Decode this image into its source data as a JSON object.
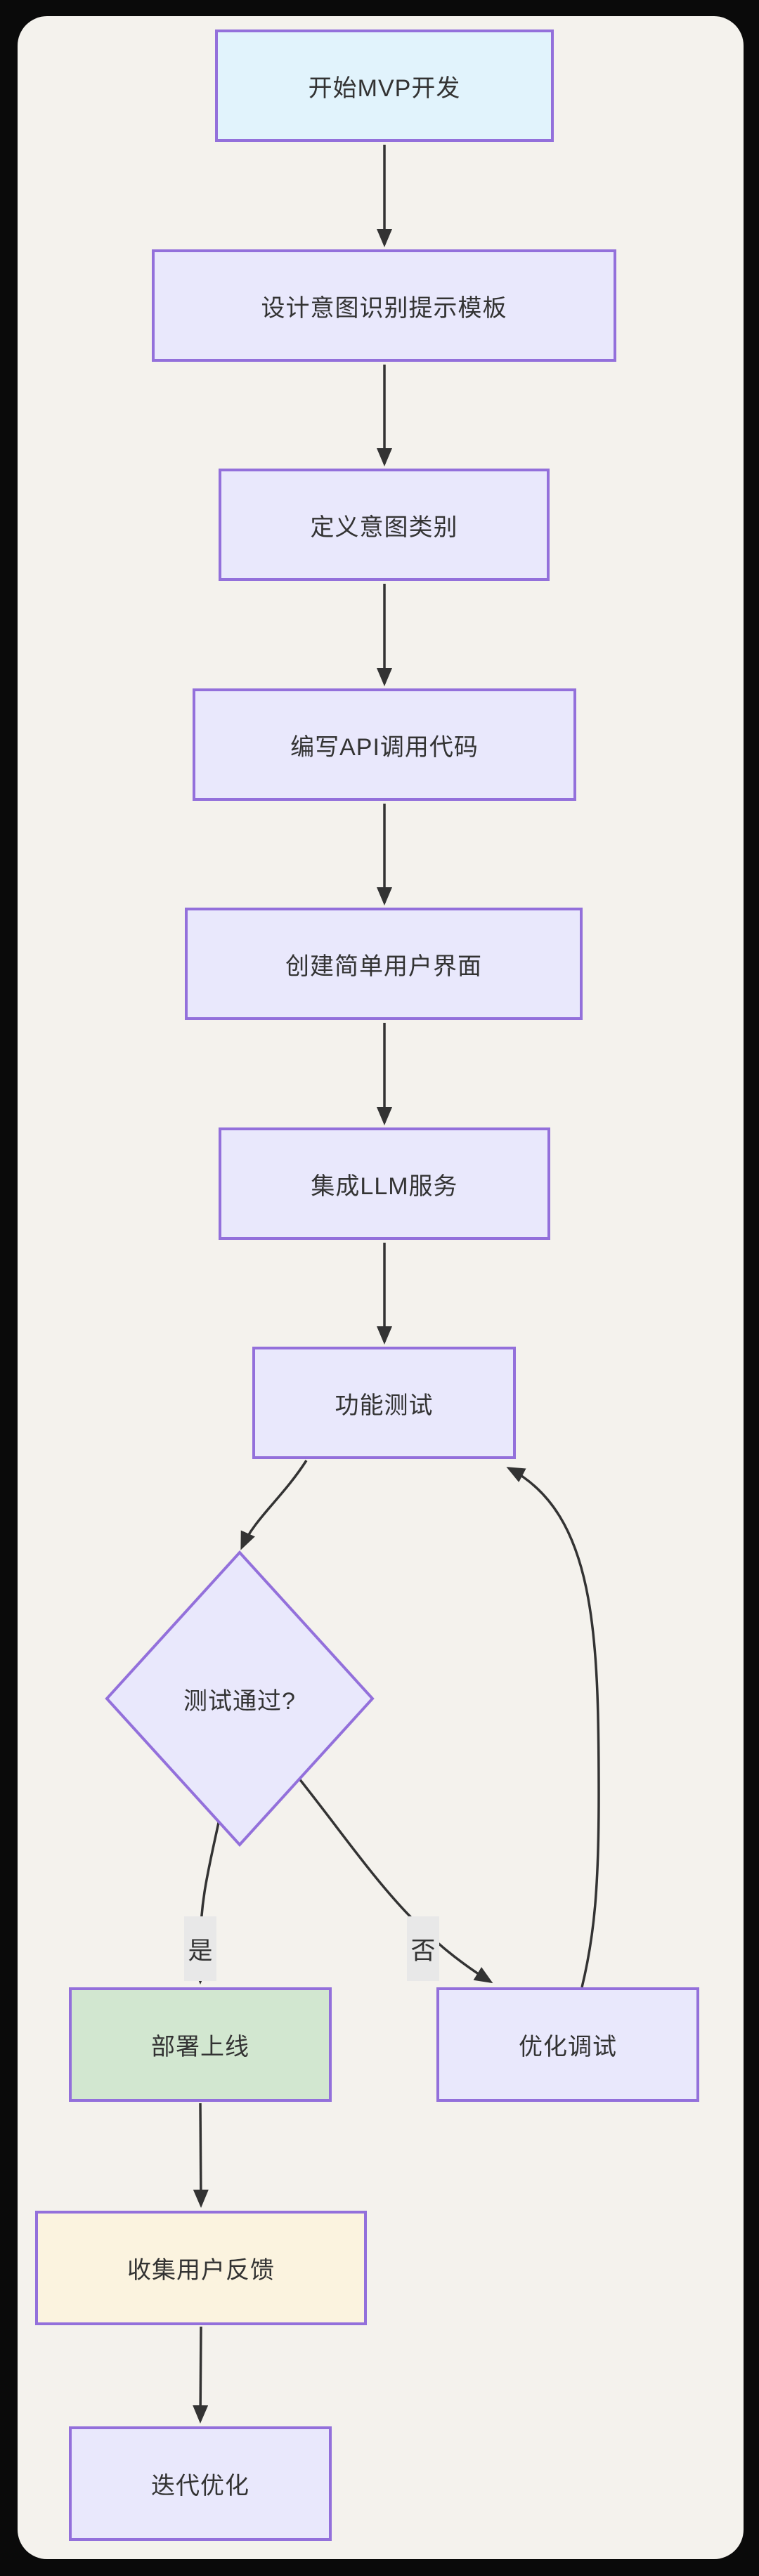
{
  "diagram": {
    "type": "flowchart",
    "direction": "top-down",
    "background_color": "#f4f2ed",
    "frame_color": "#0a0a0a",
    "node_border_color": "#9370db",
    "edge_color": "#333333",
    "text_color": "#333333",
    "default_node_fill": "#e9e8fc",
    "edge_label_background": "#e8e8e8"
  },
  "nodes": [
    {
      "id": "start",
      "label": "开始MVP开发",
      "shape": "rect",
      "fill": "#e1f3fc"
    },
    {
      "id": "design",
      "label": "设计意图识别提示模板",
      "shape": "rect",
      "fill": "#e9e8fc"
    },
    {
      "id": "define",
      "label": "定义意图类别",
      "shape": "rect",
      "fill": "#e9e8fc"
    },
    {
      "id": "api",
      "label": "编写API调用代码",
      "shape": "rect",
      "fill": "#e9e8fc"
    },
    {
      "id": "ui",
      "label": "创建简单用户界面",
      "shape": "rect",
      "fill": "#e9e8fc"
    },
    {
      "id": "llm",
      "label": "集成LLM服务",
      "shape": "rect",
      "fill": "#e9e8fc"
    },
    {
      "id": "test",
      "label": "功能测试",
      "shape": "rect",
      "fill": "#e9e8fc"
    },
    {
      "id": "decision",
      "label": "测试通过?",
      "shape": "diamond",
      "fill": "#e9e8fc"
    },
    {
      "id": "deploy",
      "label": "部署上线",
      "shape": "rect",
      "fill": "#d2e7d0"
    },
    {
      "id": "optimize",
      "label": "优化调试",
      "shape": "rect",
      "fill": "#e9e8fc"
    },
    {
      "id": "feedback",
      "label": "收集用户反馈",
      "shape": "rect",
      "fill": "#fbf3df"
    },
    {
      "id": "iterate",
      "label": "迭代优化",
      "shape": "rect",
      "fill": "#e9e8fc"
    }
  ],
  "edges": [
    {
      "from": "start",
      "to": "design"
    },
    {
      "from": "design",
      "to": "define"
    },
    {
      "from": "define",
      "to": "api"
    },
    {
      "from": "api",
      "to": "ui"
    },
    {
      "from": "ui",
      "to": "llm"
    },
    {
      "from": "llm",
      "to": "test"
    },
    {
      "from": "test",
      "to": "decision"
    },
    {
      "from": "decision",
      "to": "deploy",
      "label": "是"
    },
    {
      "from": "decision",
      "to": "optimize",
      "label": "否"
    },
    {
      "from": "optimize",
      "to": "test"
    },
    {
      "from": "deploy",
      "to": "feedback"
    },
    {
      "from": "feedback",
      "to": "iterate"
    }
  ],
  "edge_labels": {
    "yes": "是",
    "no": "否"
  }
}
